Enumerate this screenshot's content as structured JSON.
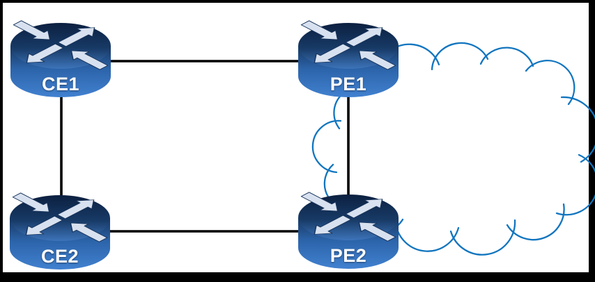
{
  "diagram": {
    "type": "network-topology",
    "nodes": [
      {
        "id": "CE1",
        "label": "CE1",
        "kind": "router",
        "position": "top-left"
      },
      {
        "id": "PE1",
        "label": "PE1",
        "kind": "router",
        "position": "top-center-right"
      },
      {
        "id": "CE2",
        "label": "CE2",
        "kind": "router",
        "position": "bottom-left"
      },
      {
        "id": "PE2",
        "label": "PE2",
        "kind": "router",
        "position": "bottom-center-right"
      }
    ],
    "links": [
      {
        "from": "CE1",
        "to": "PE1"
      },
      {
        "from": "CE1",
        "to": "CE2"
      },
      {
        "from": "CE2",
        "to": "PE2"
      },
      {
        "from": "PE1",
        "to": "PE2"
      }
    ],
    "cloud": {
      "label": "",
      "attached_to": [
        "PE1",
        "PE2"
      ],
      "side": "right"
    }
  },
  "colors": {
    "frame_color": "#000000",
    "canvas_bg": "#ffffff",
    "cloud_stroke": "#1175bf",
    "link_color": "#000000",
    "router_top_dark": "#0c2040",
    "router_top_mid": "#173a66",
    "router_top_light": "#3d74ba",
    "router_body_dark": "#16355f",
    "router_body_mid": "#2c64aa",
    "router_body_light": "#4181d0",
    "arrow_fill": "#d8e1ef",
    "arrow_stroke": "#16325a",
    "label_color": "#ffffff"
  }
}
